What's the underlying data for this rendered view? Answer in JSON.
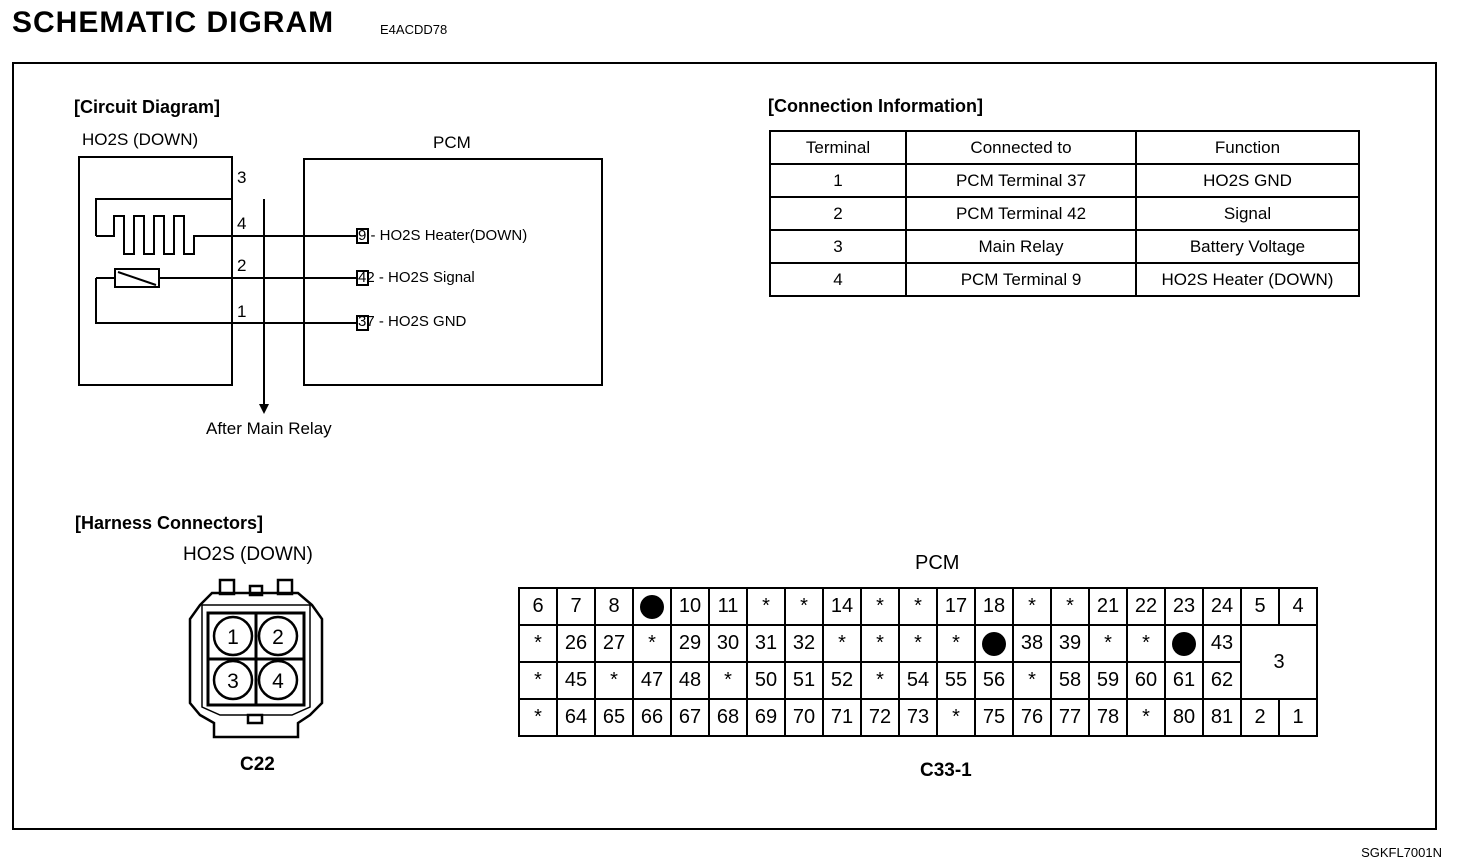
{
  "header": {
    "title": "SCHEMATIC DIGRAM",
    "code": "E4ACDD78"
  },
  "footer": {
    "code": "SGKFL7001N"
  },
  "circuit": {
    "section_title": "[Circuit Diagram]",
    "sensor_label": "HO2S (DOWN)",
    "pcm_label": "PCM",
    "relay_label": "After Main Relay",
    "pins": [
      "3",
      "4",
      "2",
      "1"
    ],
    "pcm_pins": [
      {
        "num": "9",
        "desc": " - HO2S Heater(DOWN)"
      },
      {
        "num": "42",
        "desc": " - HO2S Signal"
      },
      {
        "num": "37",
        "desc": " - HO2S GND"
      }
    ]
  },
  "connection": {
    "section_title": "[Connection Information]",
    "headers": [
      "Terminal",
      "Connected to",
      "Function"
    ],
    "rows": [
      [
        "1",
        "PCM Terminal 37",
        "HO2S GND"
      ],
      [
        "2",
        "PCM Terminal 42",
        "Signal"
      ],
      [
        "3",
        "Main Relay",
        "Battery Voltage"
      ],
      [
        "4",
        "PCM Terminal 9",
        "HO2S Heater (DOWN)"
      ]
    ]
  },
  "harness": {
    "section_title": "[Harness Connectors]",
    "c22": {
      "title": "HO2S (DOWN)",
      "name": "C22",
      "pins": [
        "1",
        "2",
        "3",
        "4"
      ]
    },
    "pcm": {
      "title": "PCM",
      "name": "C33-1",
      "rows": [
        [
          "6",
          "7",
          "8",
          "●",
          "10",
          "11",
          "*",
          "*",
          "14",
          "*",
          "*",
          "17",
          "18",
          "*",
          "*",
          "21",
          "22",
          "23",
          "24"
        ],
        [
          "*",
          "26",
          "27",
          "*",
          "29",
          "30",
          "31",
          "32",
          "*",
          "*",
          "*",
          "*",
          "●",
          "38",
          "39",
          "*",
          "*",
          "●",
          "43"
        ],
        [
          "*",
          "45",
          "*",
          "47",
          "48",
          "*",
          "50",
          "51",
          "52",
          "*",
          "54",
          "55",
          "56",
          "*",
          "58",
          "59",
          "60",
          "61",
          "62"
        ],
        [
          "*",
          "64",
          "65",
          "66",
          "67",
          "68",
          "69",
          "70",
          "71",
          "72",
          "73",
          "*",
          "75",
          "76",
          "77",
          "78",
          "*",
          "80",
          "81"
        ]
      ],
      "right_top": [
        "5",
        "4"
      ],
      "right_mid": "3",
      "right_bottom": [
        "2",
        "1"
      ]
    }
  }
}
